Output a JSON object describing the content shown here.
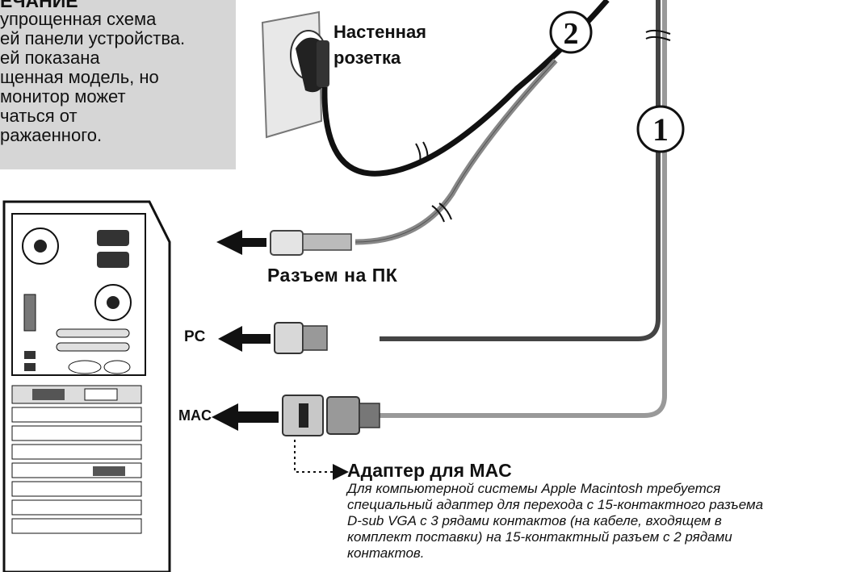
{
  "note": {
    "title": "ЕЧАНИЕ",
    "lines": [
      "упрощенная схема",
      "ей панели устройства.",
      "ей показана",
      "щенная модель, но",
      "монитор может",
      "чаться от",
      "ражаенного."
    ]
  },
  "labels": {
    "wall_outlet": [
      "Настенная",
      "розетка"
    ],
    "pc_connector": "Разъем на ПК",
    "pc": "PC",
    "mac": "MAC",
    "callout_1": "1",
    "callout_2": "2"
  },
  "adapter": {
    "title": "Адаптер для MAC",
    "description": [
      "Для компьютерной системы Apple Macintosh требуется",
      "специальный адаптер для перехода с 15-контактного разъема",
      "D-sub VGA с 3 рядами контактов (на кабеле, входящем в",
      "комплект поставки) на 15-контактный разъем с 2 рядами",
      "контактов."
    ]
  }
}
